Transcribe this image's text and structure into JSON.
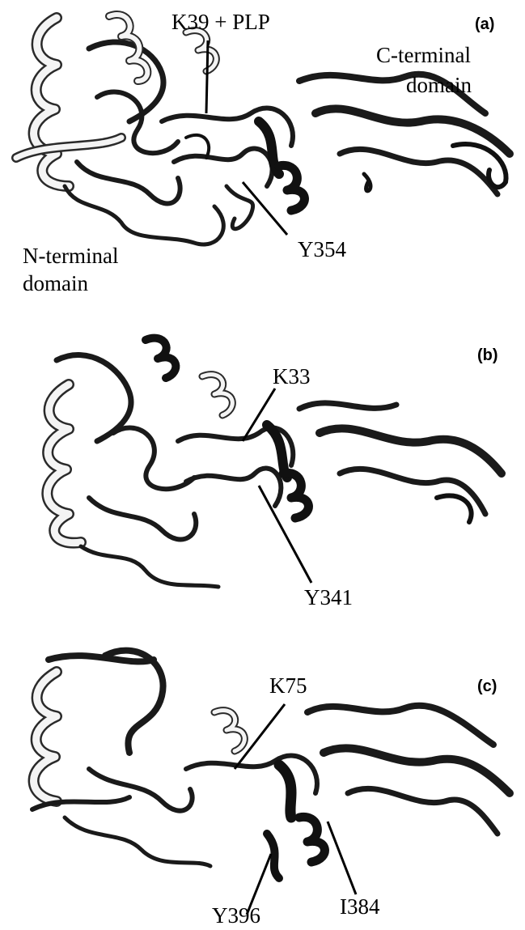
{
  "panels": [
    {
      "id": "a",
      "letter": "(a)",
      "labels": {
        "cofactor": "K39 + PLP",
        "tyrosine": "Y354",
        "c_domain_line1": "C-terminal",
        "c_domain_line2": "domain",
        "n_domain_line1": "N-terminal",
        "n_domain_line2": "domain"
      }
    },
    {
      "id": "b",
      "letter": "(b)",
      "labels": {
        "lysine": "K33",
        "tyrosine": "Y341"
      }
    },
    {
      "id": "c",
      "letter": "(c)",
      "labels": {
        "lysine": "K75",
        "tyrosine": "Y396",
        "isoleucine": "I384"
      }
    }
  ],
  "colors": {
    "ribbon_light": "#f2f2f2",
    "ribbon_outline": "#1a1a1a",
    "highlight_dark": "#111111"
  }
}
